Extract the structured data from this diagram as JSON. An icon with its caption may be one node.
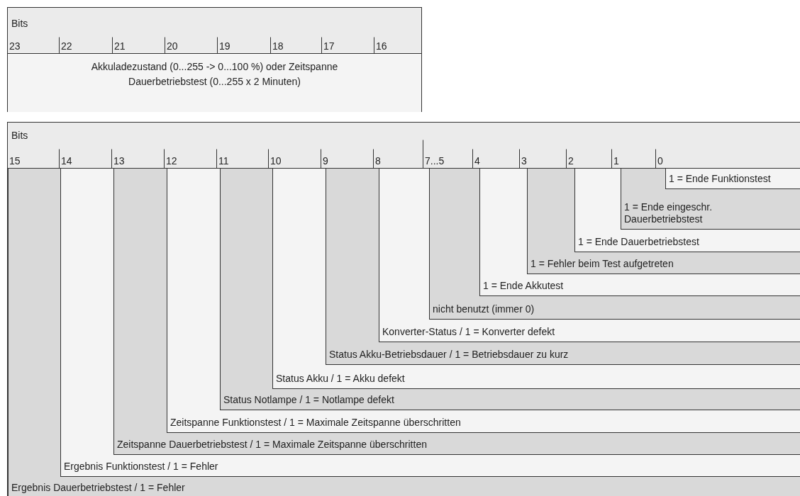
{
  "diagram": {
    "nodes": [
      {
        "text": [
          "Bits",
          "Akkuladezustand (0...255 -> 0...100 %) oder Zeitspanne Dauerbetriebstest (0...255 x 2 Minuten)"
        ]
      },
      {
        "text": [
          "Bits"
        ]
      },
      {
        "text": [
          "Ergebnis Dauerbetriebstest / 1 = Fehler"
        ],
        "in": 1
      },
      {
        "text": [
          "Ergebnis Funktionstest / 1 = Fehler"
        ],
        "in": 2
      },
      {
        "text": [
          "Zeitspanne Dauerbetriebstest / 1 = Maximale Zeitspanne überschritten"
        ],
        "in": 3
      },
      {
        "text": [
          "Zeitspanne Funktionstest / 1 = Maximale Zeitspanne überschritten"
        ],
        "in": 4
      },
      {
        "text": [
          "Status Notlampe / 1 = Notlampe defekt"
        ],
        "in": 5
      },
      {
        "text": [
          "Status Akku / 1 = Akku defekt"
        ],
        "in": 6
      },
      {
        "text": [
          "Status Akku-Betriebsdauer / 1 = Betriebsdauer zu kurz"
        ],
        "in": 7
      },
      {
        "text": [
          "Konverter-Status / 1 = Konverter defekt"
        ],
        "in": 8
      },
      {
        "text": [
          "nicht benutzt (immer 0)"
        ],
        "in": 9
      },
      {
        "text": [
          "1 = Ende Akkutest"
        ],
        "in": 10
      },
      {
        "text": [
          "1 = Fehler beim Test aufgetreten"
        ],
        "in": 11
      },
      {
        "text": [
          "1 = Ende Dauerbetriebstest"
        ],
        "in": 12
      },
      {
        "text": [
          "1 = Ende eingeschr. Dauerbetriebstest"
        ],
        "in": 13
      },
      {
        "text": [
          "1 = Ende Funktionstest"
        ],
        "in": 14
      }
    ],
    "labels": [
      "23",
      "22",
      "21",
      "20",
      "19",
      "18",
      "17",
      "16",
      "15",
      "14",
      "13",
      "12",
      "11",
      "10",
      "9",
      "8",
      "7...5",
      "4",
      "3",
      "2",
      "1",
      "0"
    ]
  }
}
